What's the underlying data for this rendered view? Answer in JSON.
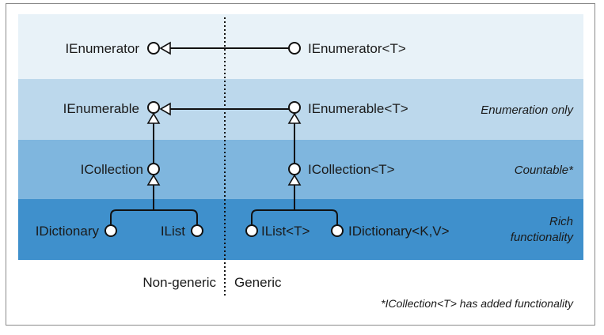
{
  "bands": [
    {
      "color": "#e8f2f8"
    },
    {
      "color": "#bcd8ec"
    },
    {
      "color": "#7fb6de"
    },
    {
      "color": "#3f90cc"
    }
  ],
  "labels": {
    "ienumerator": "IEnumerator",
    "ienumerator_t": "IEnumerator<T>",
    "ienumerable": "IEnumerable",
    "ienumerable_t": "IEnumerable<T>",
    "icollection": "ICollection",
    "icollection_t": "ICollection<T>",
    "idictionary": "IDictionary",
    "ilist": "IList",
    "ilist_t": "IList<T>",
    "idictionary_kv": "IDictionary<K,V>"
  },
  "categories": {
    "enumeration": "Enumeration only",
    "countable": "Countable*",
    "rich_line1": "Rich",
    "rich_line2": "functionality"
  },
  "columns": {
    "nongeneric": "Non-generic",
    "generic": "Generic"
  },
  "footnote": "*ICollection<T> has added functionality"
}
